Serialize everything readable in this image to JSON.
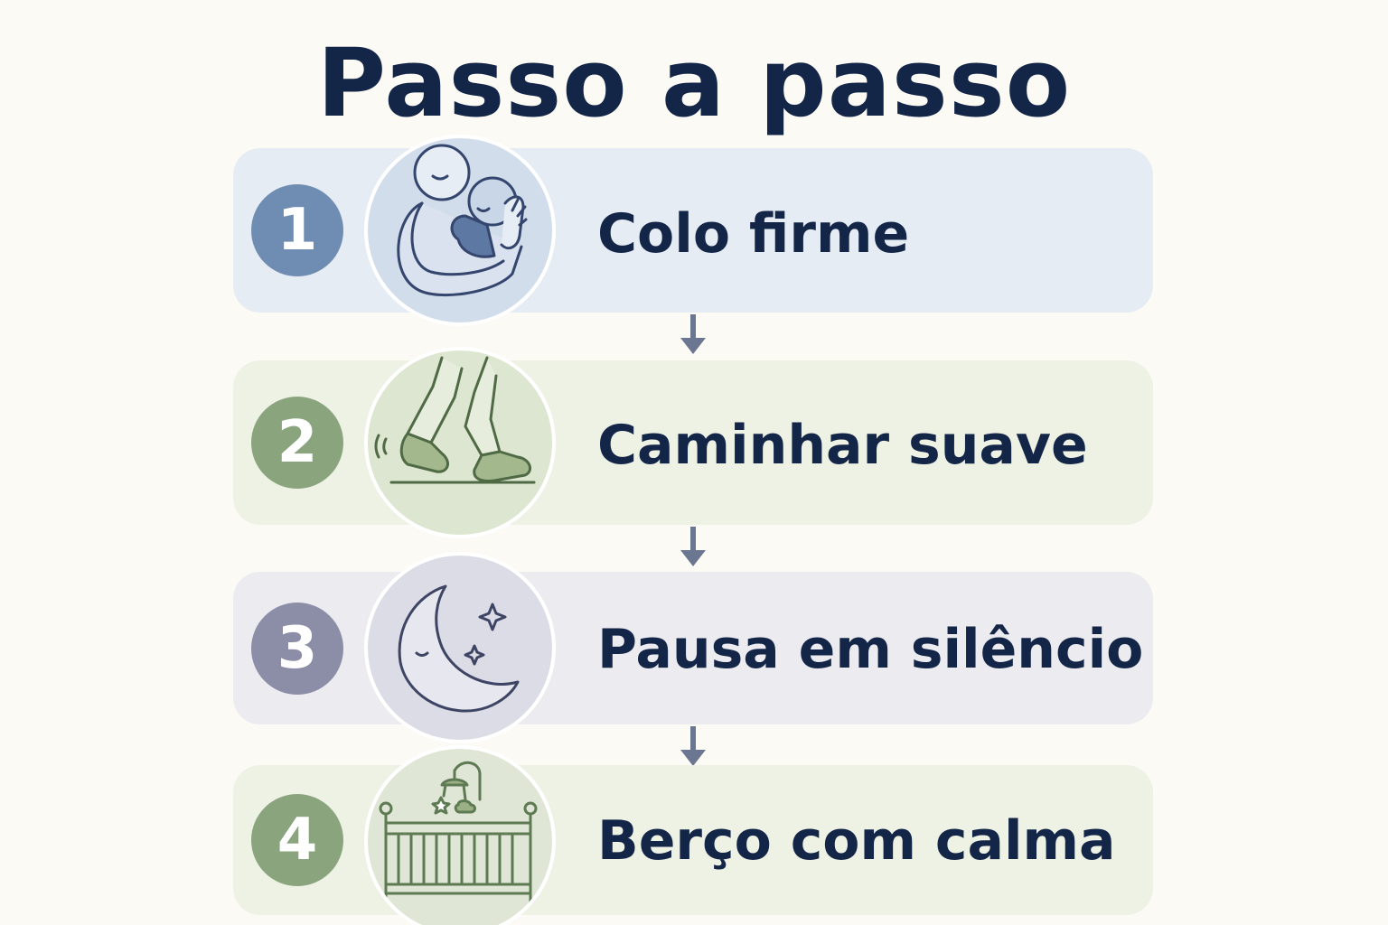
{
  "title": "Passo a passo",
  "steps": [
    {
      "number": "1",
      "label": "Colo firme",
      "icon": "parent-holding-baby-icon"
    },
    {
      "number": "2",
      "label": "Caminhar suave",
      "icon": "walking-feet-icon"
    },
    {
      "number": "3",
      "label": "Pausa em silêncio",
      "icon": "sleeping-moon-icon"
    },
    {
      "number": "4",
      "label": "Berço com calma",
      "icon": "crib-with-mobile-icon"
    }
  ],
  "colors": {
    "title": "#142648",
    "step1": "#6f8db2",
    "step2": "#8aa57e",
    "step3": "#8c8da6",
    "step4": "#8aa57e",
    "arrow": "#6b7790"
  }
}
